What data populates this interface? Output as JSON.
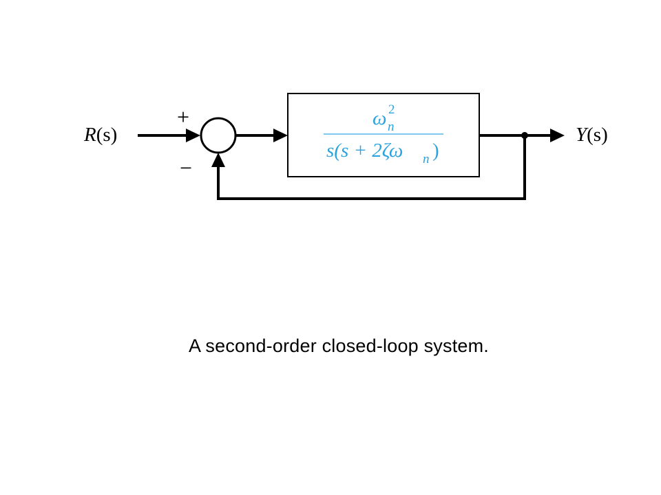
{
  "diagram": {
    "input_label": {
      "symbol": "R",
      "arg": "(s)"
    },
    "output_label": {
      "symbol": "Y",
      "arg": "(s)"
    },
    "summing_junction": {
      "plus_sign": "+",
      "minus_sign": "−"
    },
    "transfer_function": {
      "numerator": {
        "symbol": "ω",
        "superscript": "2",
        "subscript": "n"
      },
      "denominator": {
        "prefix": "s(s + 2ζω",
        "subscript": "n",
        "suffix": ")"
      }
    },
    "colors": {
      "line": "#000000",
      "block_text": "#2aa3e0",
      "fraction_bar": "#7fc8ee",
      "block_border": "#000000"
    }
  },
  "caption": "A second-order closed-loop system."
}
